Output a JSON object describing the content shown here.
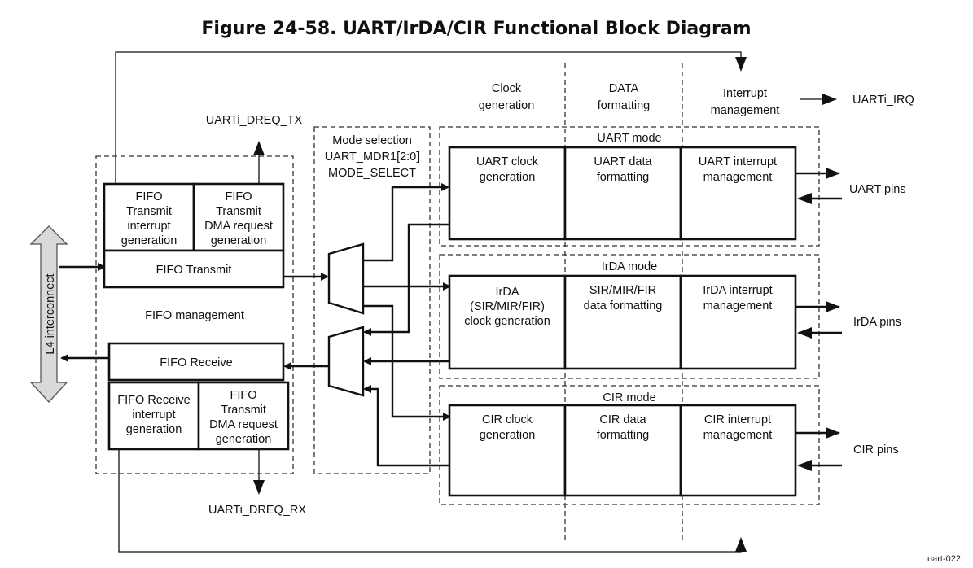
{
  "title": "Figure 24-58. UART/IrDA/CIR Functional Block Diagram",
  "column_headers": {
    "clock": [
      "Clock",
      "generation"
    ],
    "data": [
      "DATA",
      "formatting"
    ],
    "interrupt": [
      "Interrupt",
      "management"
    ]
  },
  "irq_label": "UARTi_IRQ",
  "dreq_tx_label": "UARTi_DREQ_TX",
  "dreq_rx_label": "UARTi_DREQ_RX",
  "l4_label": "L4 interconnect",
  "fifo": {
    "management_label": "FIFO management",
    "tx_interrupt": [
      "FIFO",
      "Transmit",
      "interrupt",
      "generation"
    ],
    "tx_dma": [
      "FIFO",
      "Transmit",
      "DMA request",
      "generation"
    ],
    "transmit": "FIFO Transmit",
    "receive": "FIFO Receive",
    "rx_interrupt": [
      "FIFO Receive",
      "interrupt",
      "generation"
    ],
    "rx_dma": [
      "FIFO",
      "Transmit",
      "DMA request",
      "generation"
    ]
  },
  "mode_selection": [
    "Mode selection",
    "UART_MDR1[2:0]",
    "MODE_SELECT"
  ],
  "modes": {
    "uart": {
      "label": "UART mode",
      "clock": [
        "UART clock",
        "generation"
      ],
      "data": [
        "UART data",
        "formatting"
      ],
      "interrupt": [
        "UART interrupt",
        "management"
      ],
      "pins": "UART pins"
    },
    "irda": {
      "label": "IrDA mode",
      "clock": [
        "IrDA",
        "(SIR/MIR/FIR)",
        "clock generation"
      ],
      "data": [
        "SIR/MIR/FIR",
        "data formatting"
      ],
      "interrupt": [
        "IrDA interrupt",
        "management"
      ],
      "pins": "IrDA pins"
    },
    "cir": {
      "label": "CIR mode",
      "clock": [
        "CIR clock",
        "generation"
      ],
      "data": [
        "CIR data",
        "formatting"
      ],
      "interrupt": [
        "CIR interrupt",
        "management"
      ],
      "pins": "CIR pins"
    }
  },
  "figure_id": "uart-022"
}
